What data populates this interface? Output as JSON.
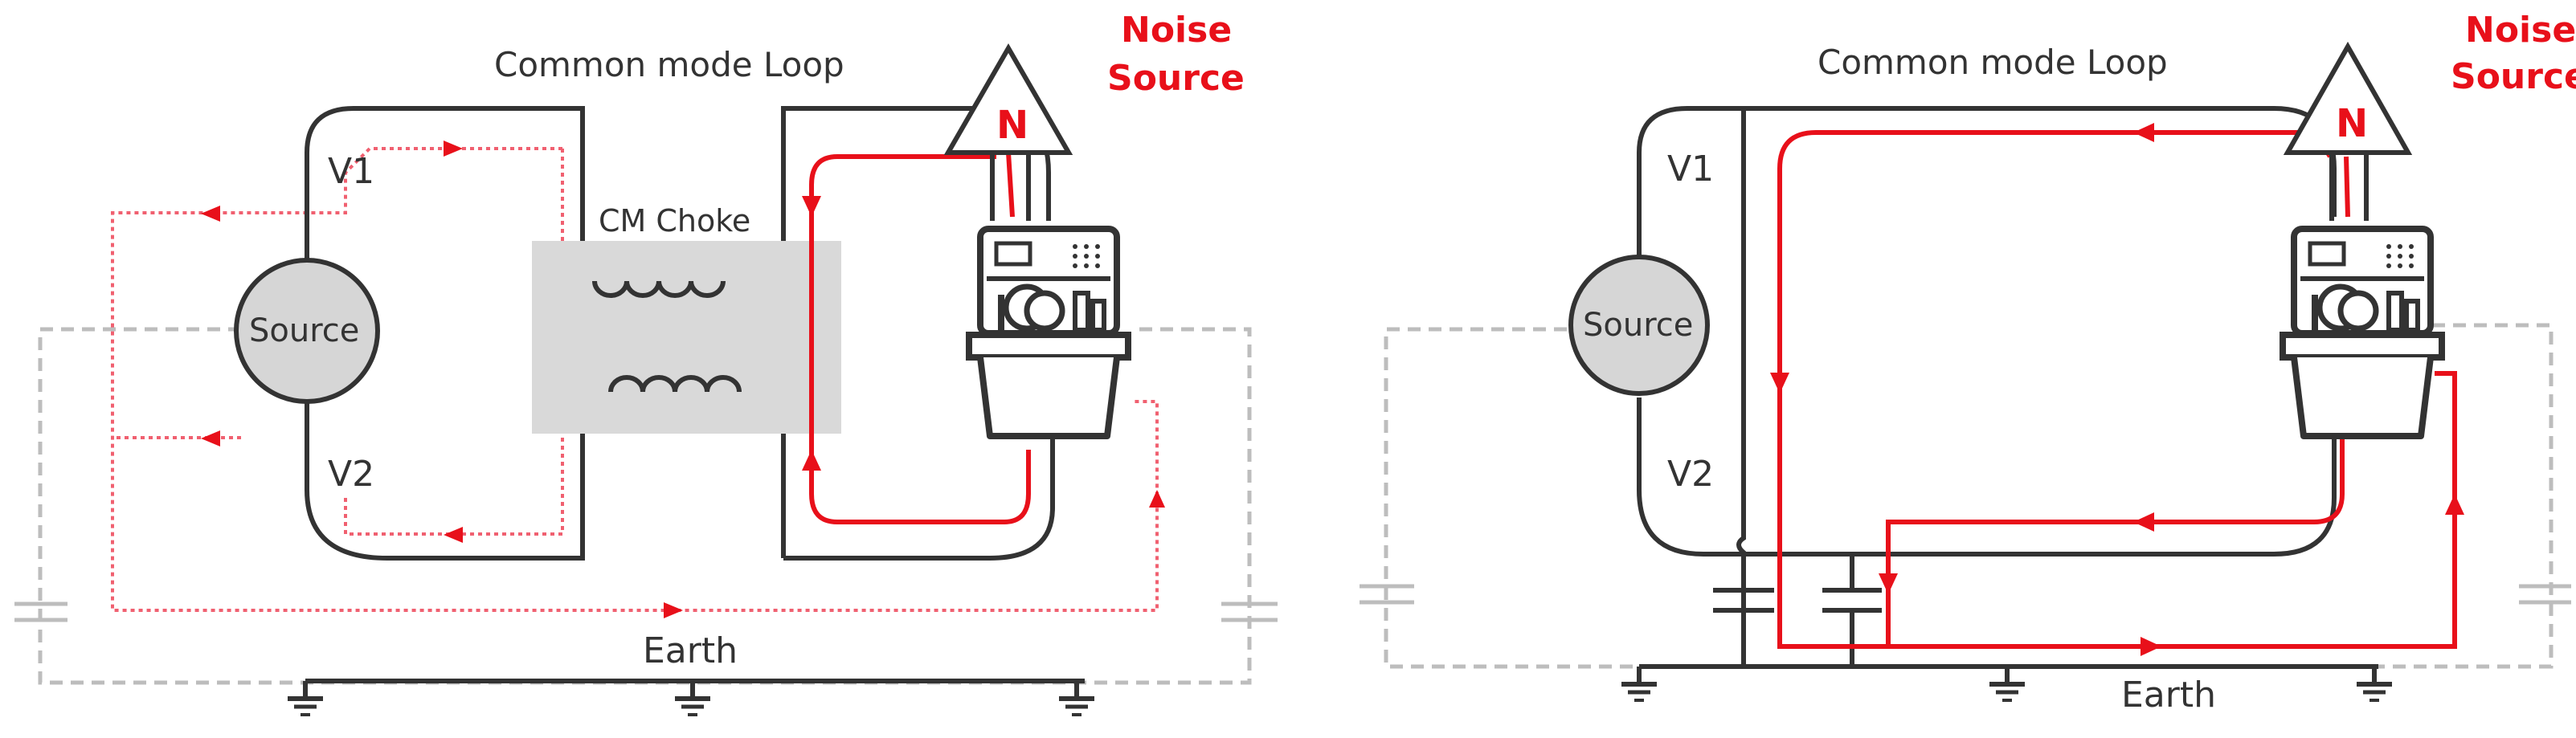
{
  "colors": {
    "wire": "#333333",
    "noise_path": "#e8101a",
    "noise_faint": "#f06070",
    "earth_dash": "#bdbdbd",
    "source_fill": "#d6d6d6",
    "choke_box": "#d9d9d9"
  },
  "left": {
    "title": "Common mode Loop",
    "noise_line1": "Noise",
    "noise_line2": "Source",
    "noise_symbol": "N",
    "v1": "V1",
    "v2": "V2",
    "source": "Source",
    "choke": "CM Choke",
    "earth": "Earth",
    "load_icon": "dishwasher-icon"
  },
  "right": {
    "title": "Common mode Loop",
    "noise_line1": "Noise",
    "noise_line2": "Source",
    "noise_symbol": "N",
    "v1": "V1",
    "v2": "V2",
    "source": "Source",
    "earth": "Earth",
    "load_icon": "dishwasher-icon"
  }
}
